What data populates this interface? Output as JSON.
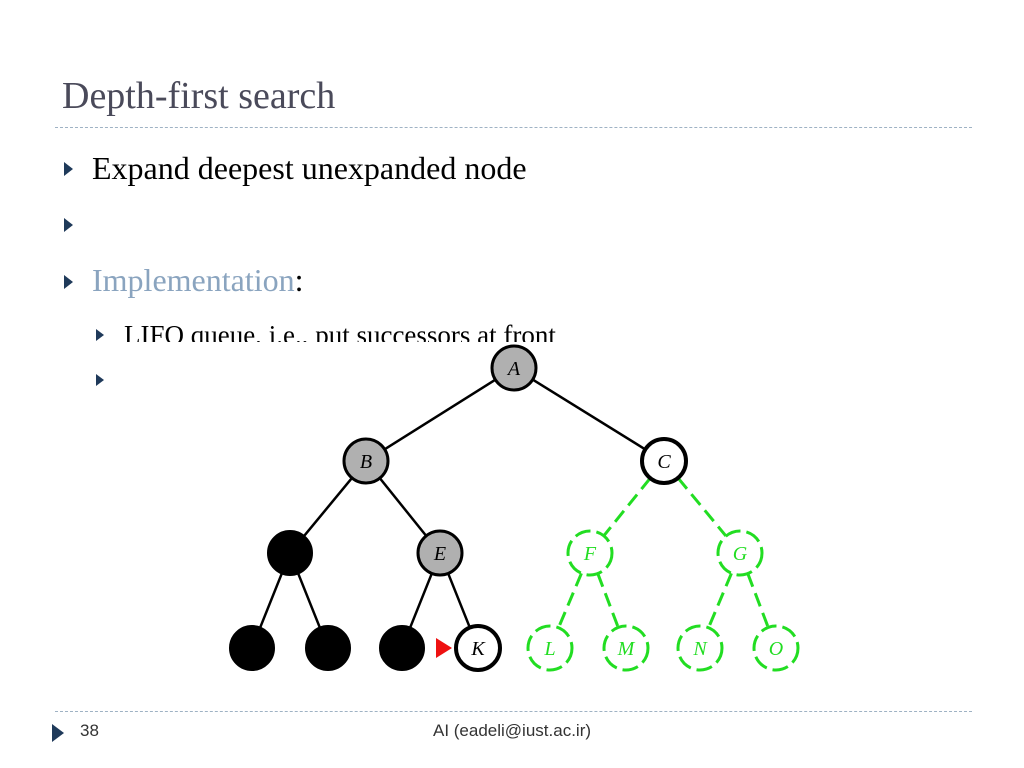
{
  "slide": {
    "title": "Depth-first search",
    "bullets": [
      {
        "text": "Expand deepest unexpanded node"
      },
      {
        "text": ""
      },
      {
        "highlight": "Implementation",
        "rest": ":"
      }
    ],
    "sub_bullets": [
      {
        "text": "LIFO queue, i.e., put successors at front"
      },
      {
        "text": ""
      }
    ],
    "footer": {
      "page_number": "38",
      "text": "AI (eadeli@iust.ac.ir)"
    }
  },
  "diagram": {
    "nodes": [
      {
        "id": "A",
        "label": "A",
        "state": "expanded"
      },
      {
        "id": "B",
        "label": "B",
        "state": "expanded"
      },
      {
        "id": "C",
        "label": "C",
        "state": "frontier"
      },
      {
        "id": "D",
        "label": "",
        "state": "removed"
      },
      {
        "id": "E",
        "label": "E",
        "state": "expanded"
      },
      {
        "id": "F",
        "label": "F",
        "state": "unexplored"
      },
      {
        "id": "G",
        "label": "G",
        "state": "unexplored"
      },
      {
        "id": "H",
        "label": "",
        "state": "removed"
      },
      {
        "id": "I",
        "label": "",
        "state": "removed"
      },
      {
        "id": "J",
        "label": "",
        "state": "removed"
      },
      {
        "id": "K",
        "label": "K",
        "state": "frontier"
      },
      {
        "id": "L",
        "label": "L",
        "state": "unexplored"
      },
      {
        "id": "M",
        "label": "M",
        "state": "unexplored"
      },
      {
        "id": "N",
        "label": "N",
        "state": "unexplored"
      },
      {
        "id": "O",
        "label": "O",
        "state": "unexplored"
      }
    ],
    "edges": [
      [
        "A",
        "B"
      ],
      [
        "A",
        "C"
      ],
      [
        "B",
        "D"
      ],
      [
        "B",
        "E"
      ],
      [
        "C",
        "F"
      ],
      [
        "C",
        "G"
      ],
      [
        "D",
        "H"
      ],
      [
        "D",
        "I"
      ],
      [
        "E",
        "J"
      ],
      [
        "E",
        "K"
      ],
      [
        "F",
        "L"
      ],
      [
        "F",
        "M"
      ],
      [
        "G",
        "N"
      ],
      [
        "G",
        "O"
      ]
    ],
    "current_node_marker": "K",
    "colors": {
      "expanded": "#b0b0b0",
      "frontier": "#ffffff",
      "removed": "#000000",
      "unexplored": "#22dd22",
      "marker": "#ee1111"
    }
  }
}
